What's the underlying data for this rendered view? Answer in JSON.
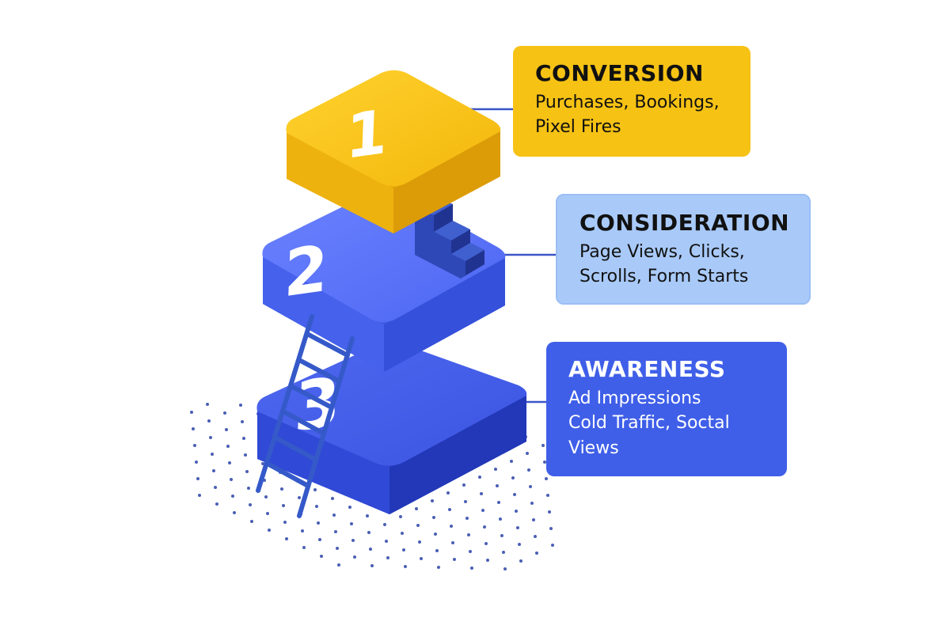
{
  "colors": {
    "conversion": "#f6c214",
    "consideration": "#a9caf9",
    "awareness": "#3f5fe8",
    "connector": "#3b55c8",
    "ladder": "#3559c9",
    "dots": "#4a5fb5"
  },
  "levels": [
    {
      "number": "1",
      "title": "CONVERSION",
      "lines": [
        "Purchases, Bookings,",
        "Pixel Fires"
      ],
      "text_color": "#111111"
    },
    {
      "number": "2",
      "title": "CONSIDERATION",
      "lines": [
        "Page Views, Clicks,",
        "Scrolls, Form Starts"
      ],
      "text_color": "#111111"
    },
    {
      "number": "3",
      "title": "AWARENESS",
      "lines": [
        "Ad Impressions",
        "Cold Traffic, Soctal",
        "Views"
      ],
      "text_color": "#ffffff"
    }
  ],
  "icons": [
    "ladder-icon",
    "stairs-icon"
  ]
}
